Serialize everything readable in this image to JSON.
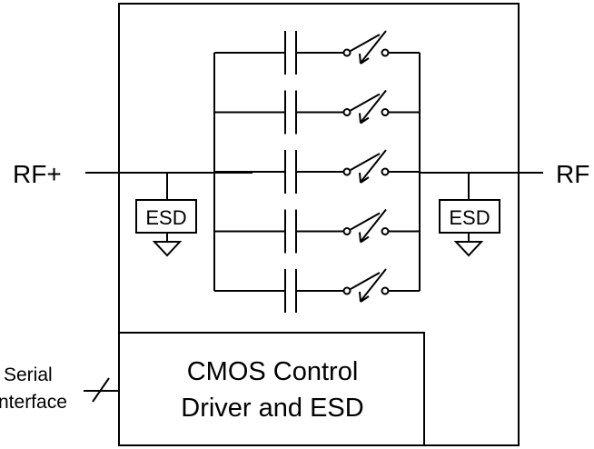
{
  "labels": {
    "rf_plus": "RF+",
    "rf_minus": "RF",
    "esd_left": "ESD",
    "esd_right": "ESD",
    "cmos_line1": "CMOS Control",
    "cmos_line2": "Driver and ESD",
    "serial_line1": "Serial",
    "serial_line2": "nterface"
  },
  "capacitor_switch_branches": 5
}
